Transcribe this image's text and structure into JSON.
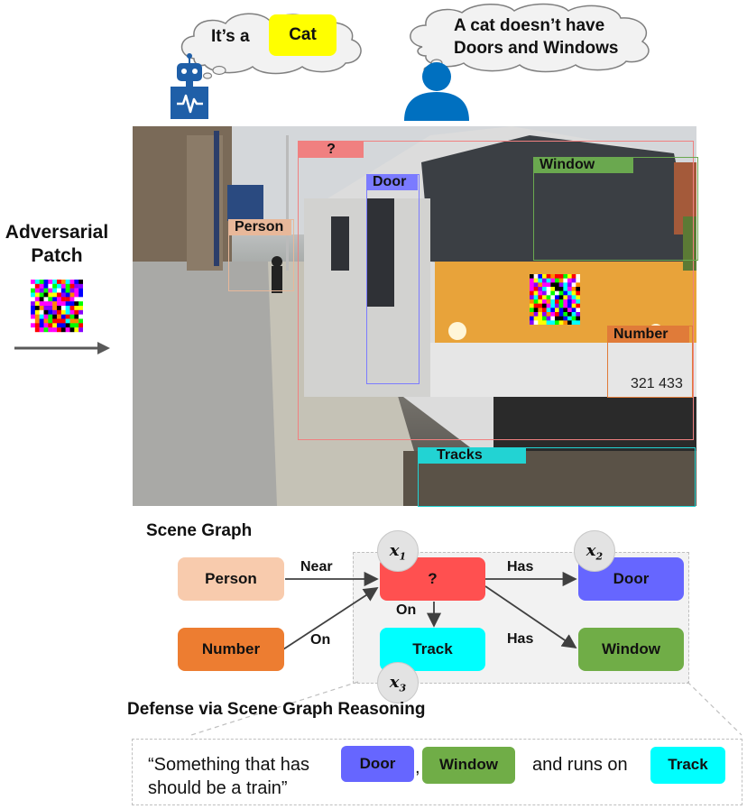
{
  "robot_thought": {
    "prefix": "It’s a",
    "class_label": "Cat"
  },
  "human_thought": {
    "line1": "A cat doesn’t have",
    "line2": "Doors and Windows"
  },
  "patch": {
    "label_line1": "Adversarial",
    "label_line2": "Patch"
  },
  "detections": [
    {
      "label": "?",
      "color": "#f08080"
    },
    {
      "label": "Window",
      "color": "#6aa84f"
    },
    {
      "label": "Door",
      "color": "#7b7bff"
    },
    {
      "label": "Person",
      "color": "#e8b89a"
    },
    {
      "label": "Number",
      "color": "#e07b39"
    },
    {
      "label": "Tracks",
      "color": "#22d3d3"
    }
  ],
  "scene_graph": {
    "title": "Scene Graph",
    "nodes": {
      "person": {
        "label": "Person",
        "color": "#f8cbad"
      },
      "number": {
        "label": "Number",
        "color": "#ed7d31"
      },
      "unknown": {
        "label": "?",
        "color": "#ff5050"
      },
      "track": {
        "label": "Track",
        "color": "#00ffff"
      },
      "door": {
        "label": "Door",
        "color": "#6666ff"
      },
      "window": {
        "label": "Window",
        "color": "#70ad47"
      }
    },
    "edges": {
      "near": "Near",
      "on_number": "On",
      "on_track": "On",
      "has_door": "Has",
      "has_window": "Has"
    },
    "variables": {
      "x1": "1",
      "x2": "2",
      "x3": "3",
      "symbol": "x"
    }
  },
  "defense": {
    "title": "Defense via Scene Graph Reasoning",
    "quote_part1": "“Something that has",
    "comma": ",",
    "quote_part2": "and runs on",
    "quote_line2": "should be a train”",
    "chip_door": "Door",
    "chip_window": "Window",
    "chip_track": "Track"
  }
}
